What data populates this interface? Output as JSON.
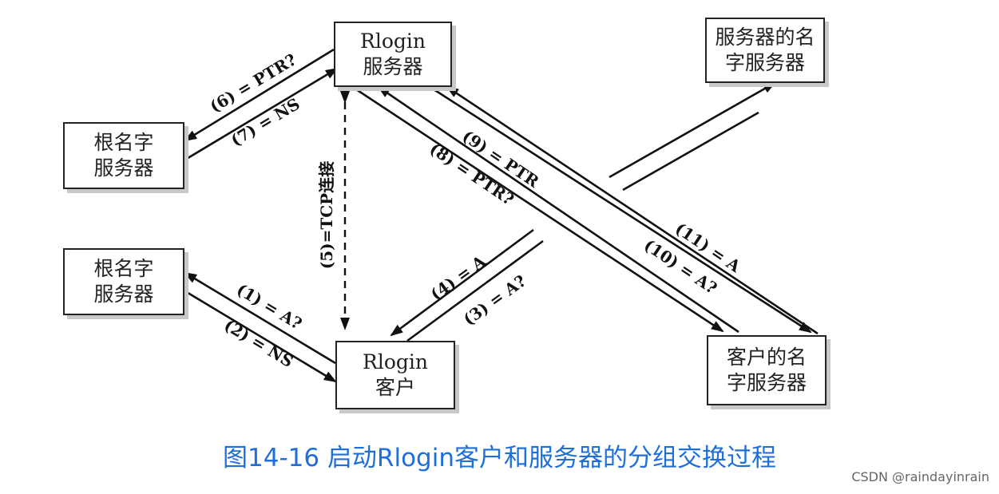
{
  "nodes": {
    "rlogin_server": [
      "Rlogin",
      "服务器"
    ],
    "server_name_server": [
      "服务器的名",
      "字服务器"
    ],
    "root_server_top": [
      "根名字",
      "服务器"
    ],
    "root_server_bottom": [
      "根名字",
      "服务器"
    ],
    "rlogin_client": [
      "Rlogin",
      "客户"
    ],
    "client_name_server": [
      "客户的名",
      "字服务器"
    ]
  },
  "edges": {
    "e1": "(1) = A?",
    "e2": "(2) = NS",
    "e3": "(3) = A?",
    "e4": "(4) = A",
    "e5": "(5)=TCP连接",
    "e6": "(6) = PTR?",
    "e7": "(7) = NS",
    "e8": "(8) = PTR?",
    "e9": "(9) = PTR",
    "e10": "(10) = A?",
    "e11": "(11) = A"
  },
  "caption": "图14-16 启动Rlogin客户和服务器的分组交换过程",
  "watermark": "CSDN @raindayinrain"
}
